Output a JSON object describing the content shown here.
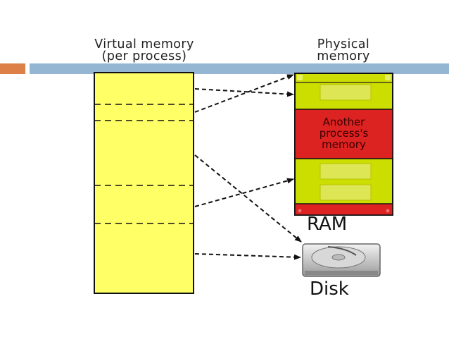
{
  "virtual_memory": {
    "title_line1": "Virtual memory",
    "title_line2": "(per process)"
  },
  "physical_memory": {
    "title_line1": "Physical",
    "title_line2": "memory",
    "other_region_line1": "Another",
    "other_region_line2": "process's",
    "other_region_line3": "memory"
  },
  "ram_label": "RAM",
  "disk_label": "Disk",
  "colors": {
    "accent_bar": "#dd8047",
    "title_bar": "#94b6d2",
    "virtual_block": "#ffff66",
    "ram_chip": "#ccdd00",
    "other_process": "#dd2222",
    "arrows": "#111111"
  }
}
